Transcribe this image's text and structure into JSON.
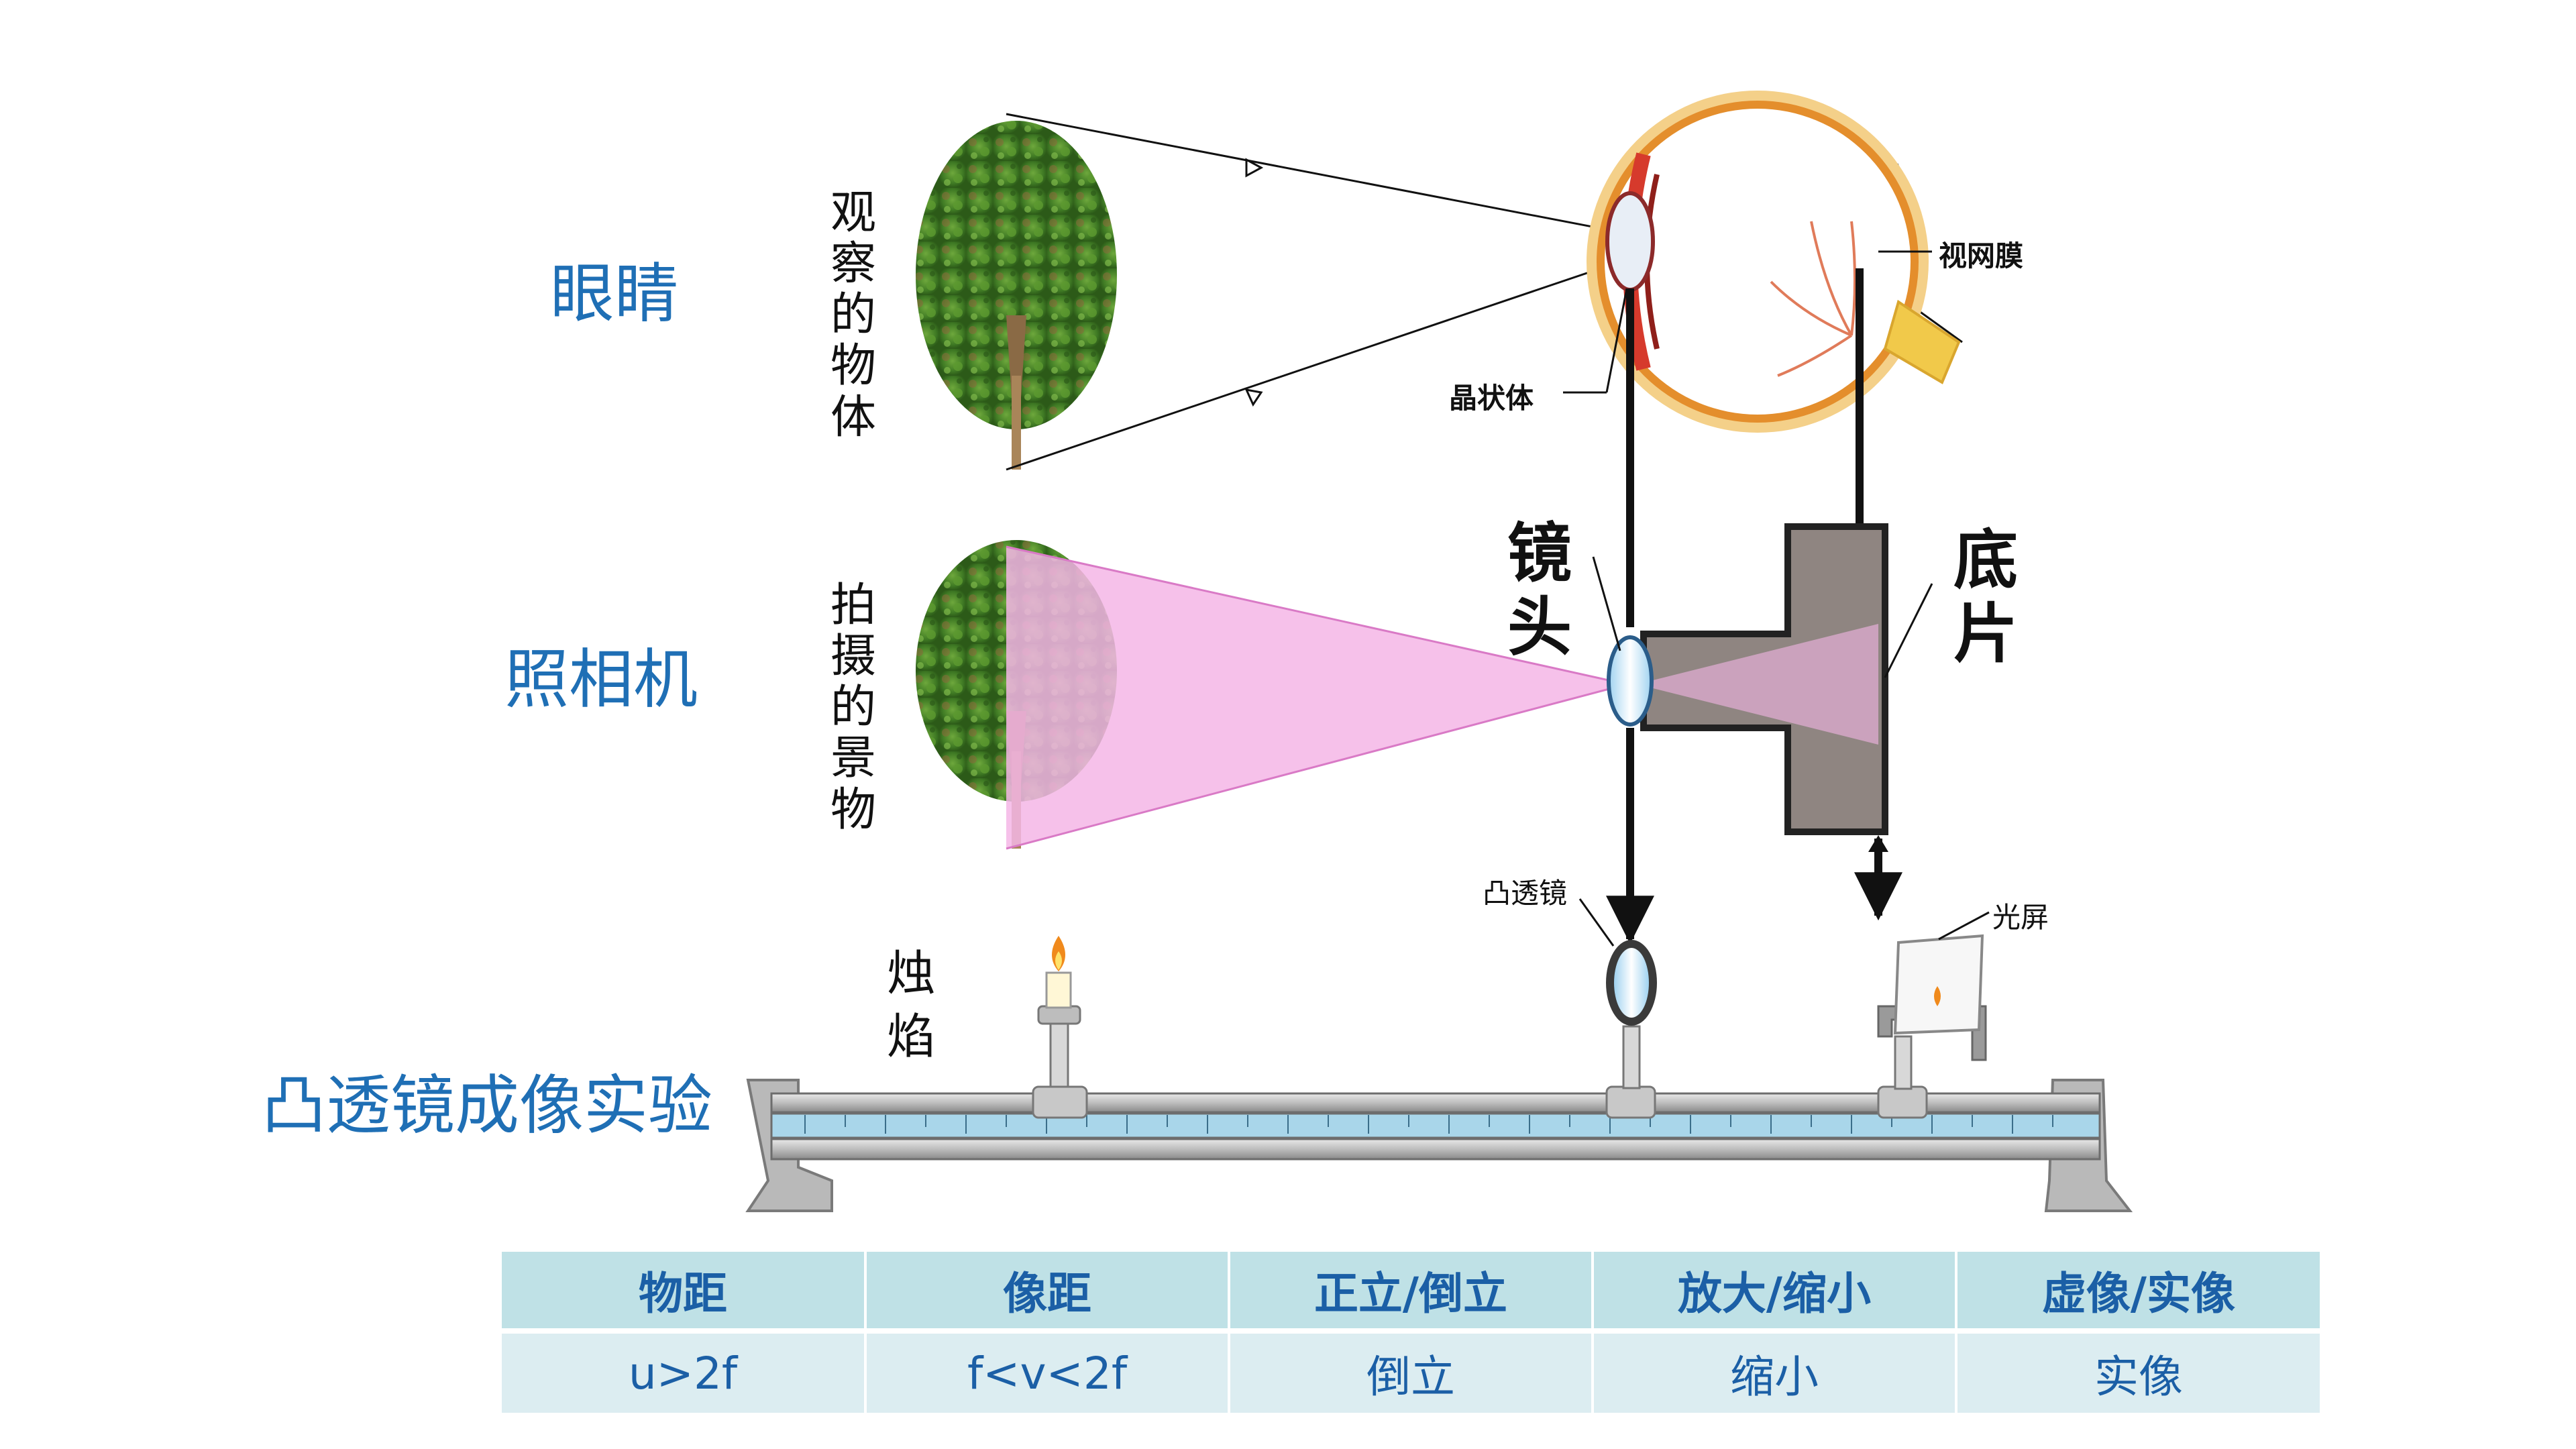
{
  "rows": {
    "eye": "眼睛",
    "camera": "照相机",
    "experiment": "凸透镜成像实验"
  },
  "labels": {
    "observed_object": "观察的物体",
    "photographed_scene": "拍摄的景物",
    "retina": "视网膜",
    "crystalline_lens": "晶状体",
    "lens": "镜头",
    "film": "底片",
    "convex_lens": "凸透镜",
    "light_screen": "光屏",
    "candle_flame": "烛焰"
  },
  "table": {
    "headers": [
      "物距",
      "像距",
      "正立/倒立",
      "放大/缩小",
      "虚像/实像"
    ],
    "values": [
      "u>2f",
      "f<v<2f",
      "倒立",
      "缩小",
      "实像"
    ]
  },
  "colors": {
    "accent_blue": "#1f6fb5",
    "table_header_bg": "#bfe1e6",
    "table_body_bg": "#dcedf1",
    "light_cone": "#f4b6e6"
  }
}
